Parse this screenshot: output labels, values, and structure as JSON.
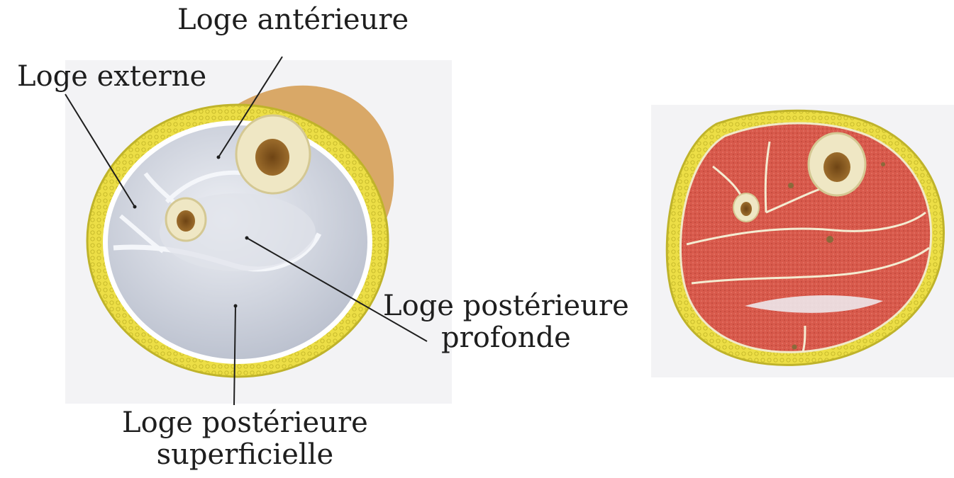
{
  "labels": {
    "anterior": "Loge antérieure",
    "external": "Loge externe",
    "deep_posterior": [
      "Loge postérieure",
      "profonde"
    ],
    "superficial_posterior": [
      "Loge postérieure",
      "superficielle"
    ]
  },
  "colors": {
    "background": "#ffffff",
    "panel": "#f3f3f5",
    "fat_layer": "#ecde46",
    "fat_outline": "#bfb32a",
    "skin": "#d9a867",
    "compartment": "#c7ccd8",
    "compartment_light": "#e3e6ee",
    "septum": "#f4f6fa",
    "bone_cortex": "#efe7c4",
    "bone_marrow": "#8a5a1e",
    "muscle": "#d85a4c",
    "muscle_dark": "#c2473b",
    "leader_line": "#1e1e1e"
  }
}
